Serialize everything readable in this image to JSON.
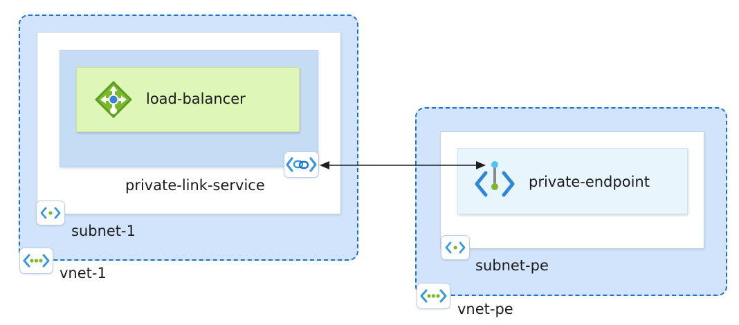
{
  "vnets": {
    "vnet1": {
      "label": "vnet-1"
    },
    "vnetpe": {
      "label": "vnet-pe"
    }
  },
  "subnets": {
    "subnet1": {
      "label": "subnet-1"
    },
    "subnetpe": {
      "label": "subnet-pe"
    }
  },
  "services": {
    "private_link_service": {
      "label": "private-link-service"
    }
  },
  "resources": {
    "load_balancer": {
      "label": "load-balancer",
      "icon": "load-balancer-icon"
    },
    "private_endpoint": {
      "label": "private-endpoint",
      "icon": "private-endpoint-icon"
    }
  },
  "connection": {
    "direction": "bidirectional"
  },
  "colors": {
    "vnet_fill": "#d2e4fb",
    "vnet_border": "#1f6fc4",
    "subnet_fill": "#ffffff",
    "pls_fill": "#c4ddf4",
    "lb_fill": "#dff6b9",
    "pe_fill": "#e8f5fc",
    "icon_blue": "#3b97dc",
    "icon_green": "#7ab929"
  }
}
